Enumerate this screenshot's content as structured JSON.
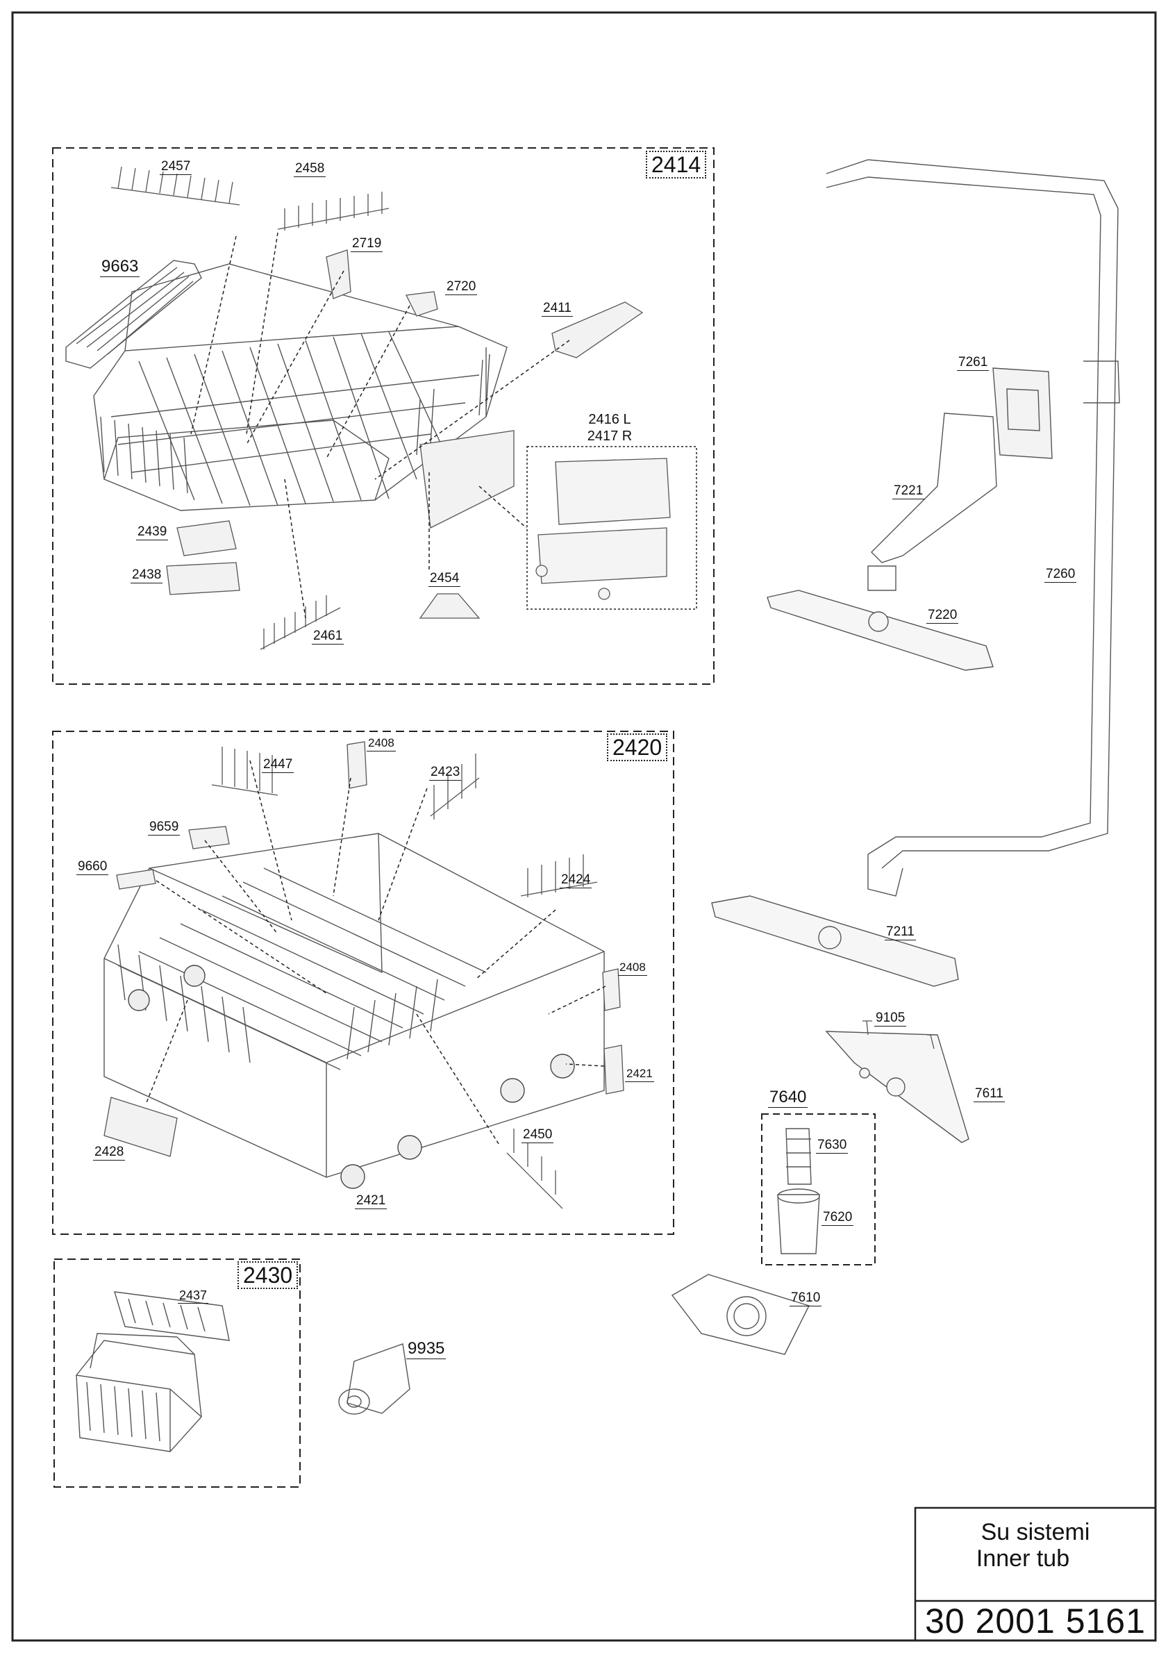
{
  "title_block": {
    "title_tr": "Su sistemi",
    "title_en": "Inner tub",
    "code": "30 2001 5161"
  },
  "groups": {
    "upper_basket": "2414",
    "lower_basket": "2420",
    "cutlery": "2430",
    "filter": "7640"
  },
  "side_rail": {
    "left": "2416 L",
    "right": "2417 R"
  },
  "parts": {
    "p2457": "2457",
    "p2458": "2458",
    "p9663": "9663",
    "p2719": "2719",
    "p2720": "2720",
    "p2411": "2411",
    "p2439": "2439",
    "p2438": "2438",
    "p2454": "2454",
    "p2461": "2461",
    "p2408a": "2408",
    "p2447": "2447",
    "p2423": "2423",
    "p9659": "9659",
    "p9660": "9660",
    "p2424": "2424",
    "p2408b": "2408",
    "p2421a": "2421",
    "p2428": "2428",
    "p2450": "2450",
    "p2421b": "2421",
    "p2437": "2437",
    "p9935": "9935",
    "p7261": "7261",
    "p7221": "7221",
    "p7260": "7260",
    "p7220": "7220",
    "p7211": "7211",
    "p9105": "9105",
    "p7611": "7611",
    "p7630": "7630",
    "p7620": "7620",
    "p7610": "7610"
  }
}
